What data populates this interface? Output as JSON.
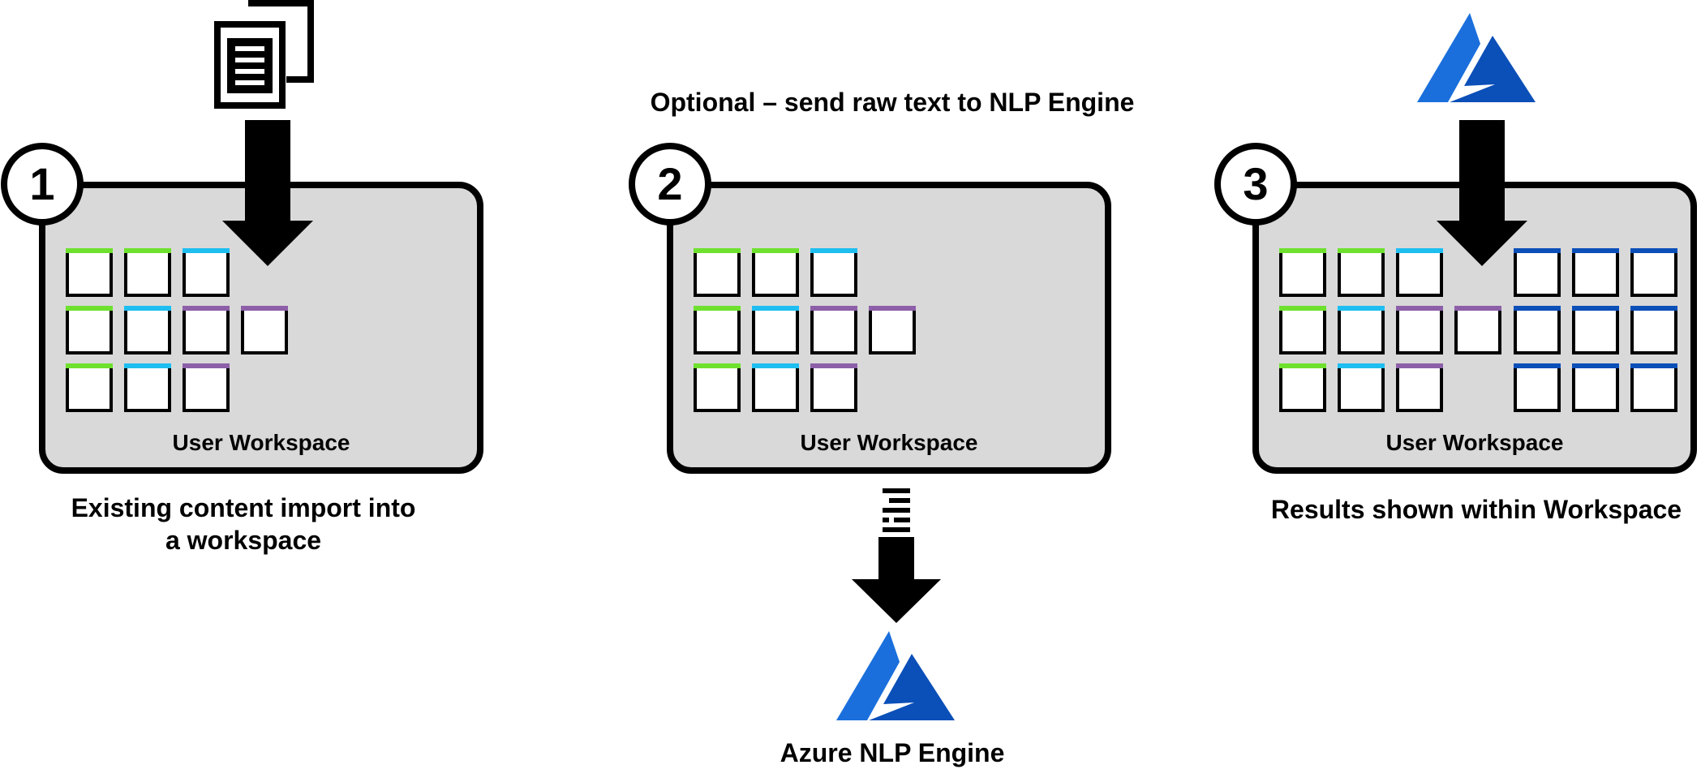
{
  "panels": [
    {
      "step": "1",
      "workspace_label": "User Workspace",
      "caption_lines": [
        "Existing content import into",
        "a workspace"
      ],
      "top_icon": "document-stack-icon"
    },
    {
      "step": "2",
      "workspace_label": "User Workspace",
      "top_text": "Optional – send raw text to NLP Engine",
      "bottom_icon": "text-stream-icon",
      "engine_icon": "azure-logo-icon",
      "engine_label": "Azure NLP Engine"
    },
    {
      "step": "3",
      "workspace_label": "User Workspace",
      "caption_lines": [
        "Results shown within Workspace"
      ],
      "top_icon": "azure-logo-icon"
    }
  ],
  "colors": {
    "workspace_fill": "#d9d9d9",
    "green": "#6ee12e",
    "cyan": "#1ebef0",
    "purple": "#8c5fa8",
    "azure_blue": "#1a6fdc",
    "azure_dark": "#0b4fb8"
  }
}
